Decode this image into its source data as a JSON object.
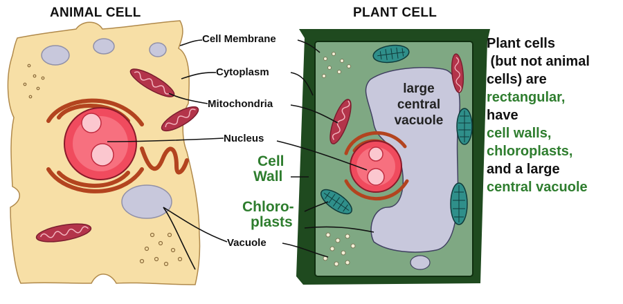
{
  "titles": {
    "animal": "ANIMAL CELL",
    "plant": "PLANT CELL"
  },
  "callouts": {
    "cell_membrane": "Cell Membrane",
    "cytoplasm": "Cytoplasm",
    "mitochondria": "Mitochondria",
    "nucleus": "Nucleus",
    "vacuole": "Vacuole"
  },
  "plant_labels": {
    "cell_wall_1": "Cell",
    "cell_wall_2": "Wall",
    "chloroplasts_1": "Chloro-",
    "chloroplasts_2": "plasts",
    "vacuole_1": "large",
    "vacuole_2": "central",
    "vacuole_3": "vacuole"
  },
  "summary": {
    "line1": "Plant cells",
    "line2": " (but not animal",
    "line3": "cells) are",
    "line4": "rectangular,",
    "line5": "have",
    "line6": "cell walls,",
    "line7": "chloroplasts,",
    "line8": "and a large",
    "line9": "central vacuole"
  },
  "colors": {
    "animal_cytoplasm": "#f7dfa6",
    "cell_wall": "#1f4a1f",
    "plant_cytoplasm": "#7fa883",
    "vacuole": "#c8c8dc",
    "nucleus": "#f04b5e",
    "mitochondria": "#b3344a",
    "chloroplast": "#2f8f8a",
    "highlight_text": "#2e7d2e"
  }
}
